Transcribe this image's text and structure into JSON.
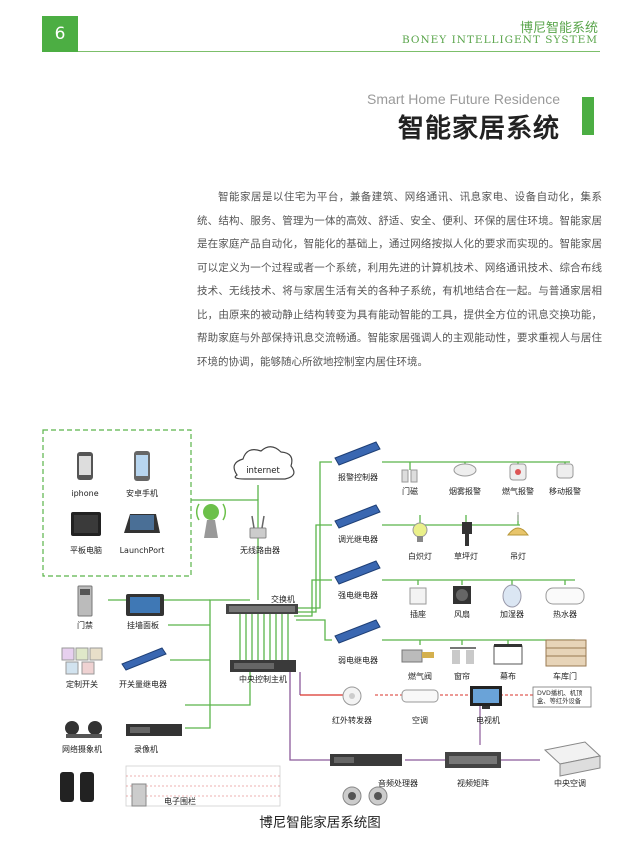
{
  "header": {
    "page_number": "6",
    "brand_cn": "博尼智能系统",
    "brand_en": "BONEY INTELLIGENT SYSTEM"
  },
  "section": {
    "subtitle_en": "Smart Home Future Residence",
    "title_cn": "智能家居系统"
  },
  "body_text": "智能家居是以住宅为平台，兼备建筑、网络通讯、讯息家电、设备自动化，集系统、结构、服务、管理为一体的高效、舒适、安全、便利、环保的居住环境。智能家居是在家庭产品自动化，智能化的基础上，通过网络按拟人化的要求而实现的。智能家居可以定义为一个过程或者一个系统，利用先进的计算机技术、网络通讯技术、综合布线技术、无线技术、将与家居生活有关的各种子系统，有机地结合在一起。与普通家居相比，由原来的被动静止结构转变为具有能动智能的工具，提供全方位的讯息交换功能，帮助家庭与外部保持讯息交流畅通。智能家居强调人的主观能动性，要求重视人与居住环境的协调，能够随心所欲地控制室内居住环境。",
  "diagram": {
    "caption": "博尼智能家居系统图",
    "devices": {
      "iphone": "iphone",
      "android": "安卓手机",
      "tablet": "平板电脑",
      "launchport": "LaunchPort"
    },
    "internet": "internet",
    "wireless_router": "无线路由器",
    "switch": "交换机",
    "host": "中央控制主机",
    "left": {
      "door": "门禁",
      "wall_panel": "挂墙面板",
      "custom_switch": "定制开关",
      "switch_relay": "开关量继电器",
      "camera": "网络摄象机",
      "recorder": "录像机",
      "fence": "电子围栏"
    },
    "alarm": {
      "controller": "报警控制器",
      "items": [
        "门磁",
        "烟雾报警",
        "燃气报警",
        "移动报警"
      ]
    },
    "dimmer": {
      "controller": "调光继电器",
      "items": [
        "白炽灯",
        "草坪灯",
        "吊灯"
      ]
    },
    "strong": {
      "controller": "强电继电器",
      "items": [
        "插座",
        "风扇",
        "加湿器",
        "热水器"
      ]
    },
    "weak": {
      "controller": "弱电继电器",
      "items": [
        "燃气阀",
        "窗帘",
        "幕布",
        "车库门"
      ]
    },
    "ir": {
      "transmitter": "红外转发器",
      "ac": "空调",
      "tv": "电视机",
      "note_line1": "DVD播机、机顶",
      "note_line2": "盒、等红外设备"
    },
    "audio": {
      "processor": "音频处理器",
      "matrix": "视频矩阵",
      "central_ac": "中央空调"
    }
  },
  "colors": {
    "accent": "#4cae43",
    "line_green": "#5ab54a",
    "line_purple": "#8b5a9a",
    "line_red": "#d9332b"
  }
}
